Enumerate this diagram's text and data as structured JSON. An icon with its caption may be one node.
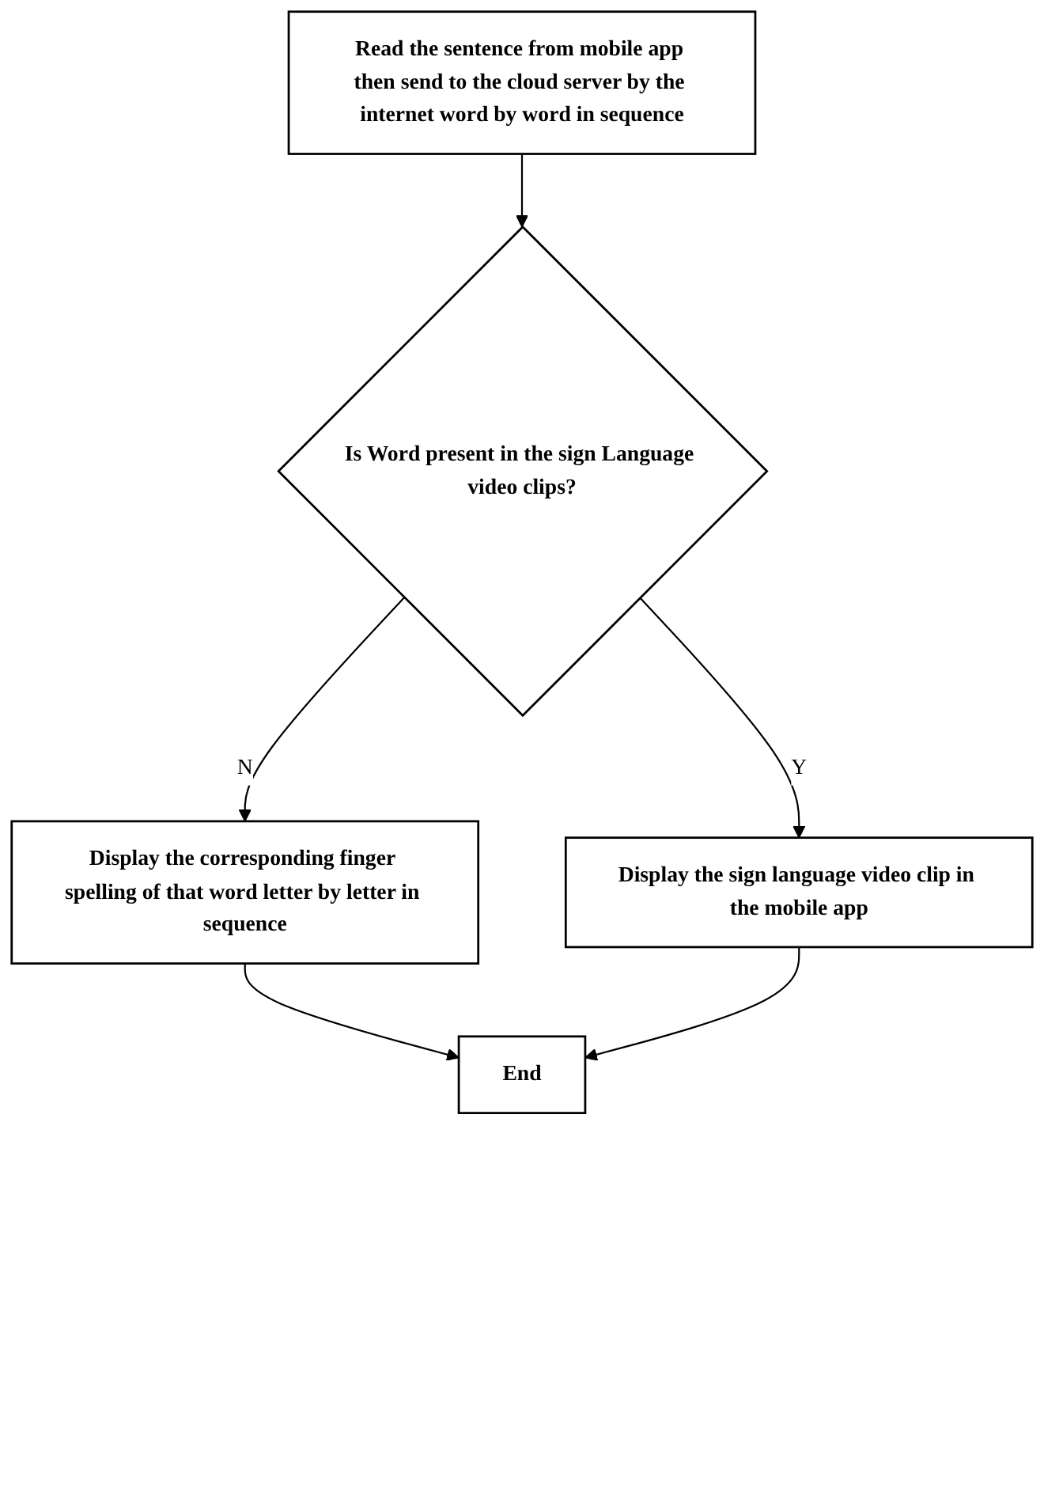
{
  "diagram": {
    "nodes": [
      {
        "text": [
          "Read the sentence from mobile app then send to the cloud server by the internet word by word in sequence"
        ]
      },
      {
        "text": [
          "Is Word present in the sign Language video clips?"
        ]
      },
      {
        "text": [
          "Display the sign language video clip in the mobile app"
        ]
      },
      {
        "text": [
          "Display the corresponding finger spelling of that word letter by letter in sequence"
        ]
      },
      {
        "text": [
          "End"
        ]
      }
    ],
    "edges": [
      {
        "from": 0,
        "to": 1,
        "arrow": "to"
      },
      {
        "from": 1,
        "to": 2,
        "arrow": "to",
        "label": "Y"
      },
      {
        "from": 1,
        "to": 3,
        "arrow": "to",
        "label": "N"
      },
      {
        "from": 3,
        "to": 4,
        "arrow": "to"
      },
      {
        "from": 2,
        "to": 4,
        "arrow": "to"
      }
    ]
  }
}
